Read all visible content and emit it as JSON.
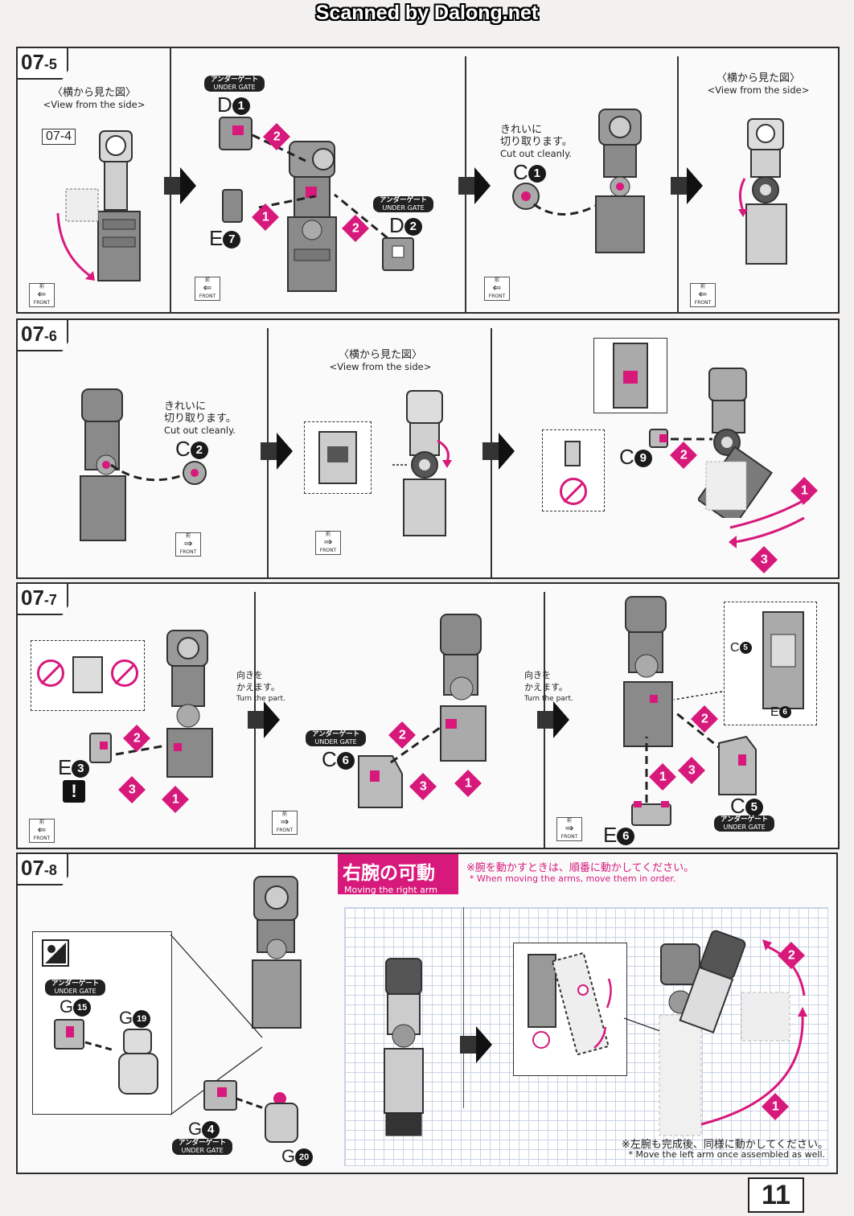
{
  "banner": "Scanned by Dalong.net",
  "page_number": "11",
  "front_icon": {
    "jp": "前",
    "en": "FRONT"
  },
  "under_gate": {
    "jp": "アンダーゲート",
    "en": "UNDER GATE"
  },
  "common": {
    "side_view_jp": "〈横から見た図〉",
    "side_view_en": "<View from the side>",
    "cut_jp_1": "きれいに",
    "cut_jp_2": "切り取ります。",
    "cut_en": "Cut out cleanly.",
    "turn_jp_1": "向きを",
    "turn_jp_2": "かえます。",
    "turn_en": "Turn the part."
  },
  "steps": [
    {
      "id": "07",
      "sub": "5"
    },
    {
      "id": "07",
      "sub": "6"
    },
    {
      "id": "07",
      "sub": "7"
    },
    {
      "id": "07",
      "sub": "8"
    }
  ],
  "step5": {
    "ref_label": "07-4",
    "parts": {
      "d1": {
        "letter": "D",
        "num": "1"
      },
      "d2": {
        "letter": "D",
        "num": "2"
      },
      "e7": {
        "letter": "E",
        "num": "7"
      },
      "c1": {
        "letter": "C",
        "num": "1"
      }
    }
  },
  "step6": {
    "parts": {
      "c2": {
        "letter": "C",
        "num": "2"
      },
      "c9": {
        "letter": "C",
        "num": "9"
      }
    }
  },
  "step7": {
    "parts": {
      "e3": {
        "letter": "E",
        "num": "3"
      },
      "c6": {
        "letter": "C",
        "num": "6"
      },
      "c5a": {
        "letter": "C",
        "num": "5"
      },
      "e6a": {
        "letter": "E",
        "num": "6"
      },
      "c5b": {
        "letter": "C",
        "num": "5"
      },
      "e6b": {
        "letter": "E",
        "num": "6"
      }
    },
    "warning": "!"
  },
  "step8": {
    "parts": {
      "g15": {
        "letter": "G",
        "num": "15"
      },
      "g19": {
        "letter": "G",
        "num": "19"
      },
      "g4": {
        "letter": "G",
        "num": "4"
      },
      "g20": {
        "letter": "G",
        "num": "20"
      }
    }
  },
  "moving": {
    "title_jp": "右腕の可動",
    "title_en": "Moving the right arm",
    "note_jp": "※腕を動かすときは、順番に動かしてください。",
    "note_en": "* When moving the arms, move them in order.",
    "footer_jp": "※左腕も完成後、同様に動かしてください。",
    "footer_en": "* Move the left arm once assembled as well."
  },
  "colors": {
    "accent": "#d8197c",
    "part_grey": "#8f8f8f",
    "outline": "#2b2b2b"
  }
}
